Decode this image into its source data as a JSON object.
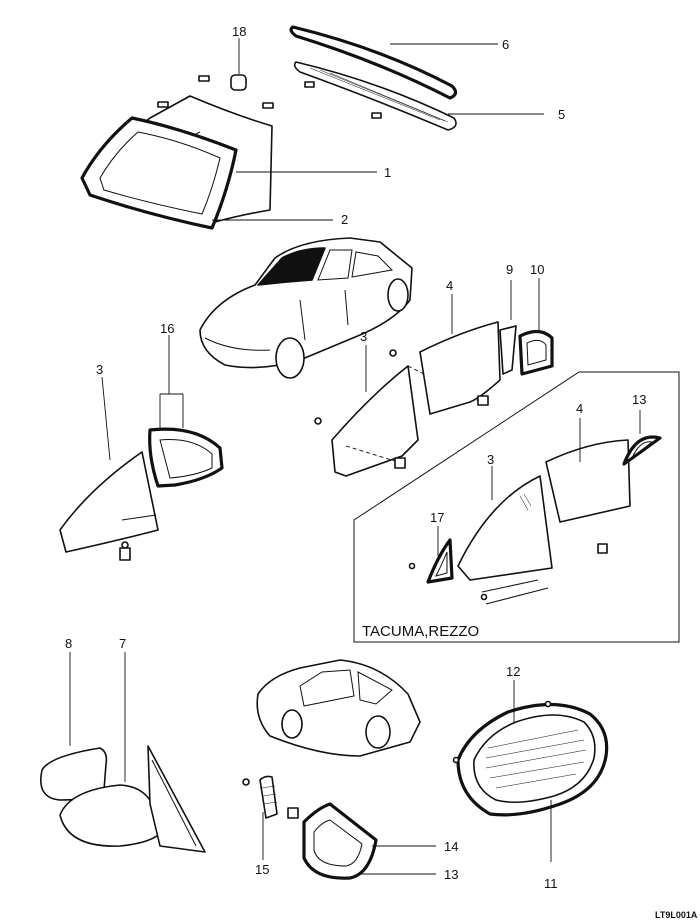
{
  "callouts": {
    "c1": "1",
    "c2": "2",
    "c3a": "3",
    "c3b": "3",
    "c3c": "3",
    "c4a": "4",
    "c4b": "4",
    "c5": "5",
    "c6": "6",
    "c7": "7",
    "c8": "8",
    "c9": "9",
    "c10": "10",
    "c11": "11",
    "c12": "12",
    "c13a": "13",
    "c13b": "13",
    "c14": "14",
    "c15": "15",
    "c16": "16",
    "c17": "17",
    "c18": "18"
  },
  "variant_label": "TACUMA,REZZO",
  "figure_code": "LT9L001A"
}
